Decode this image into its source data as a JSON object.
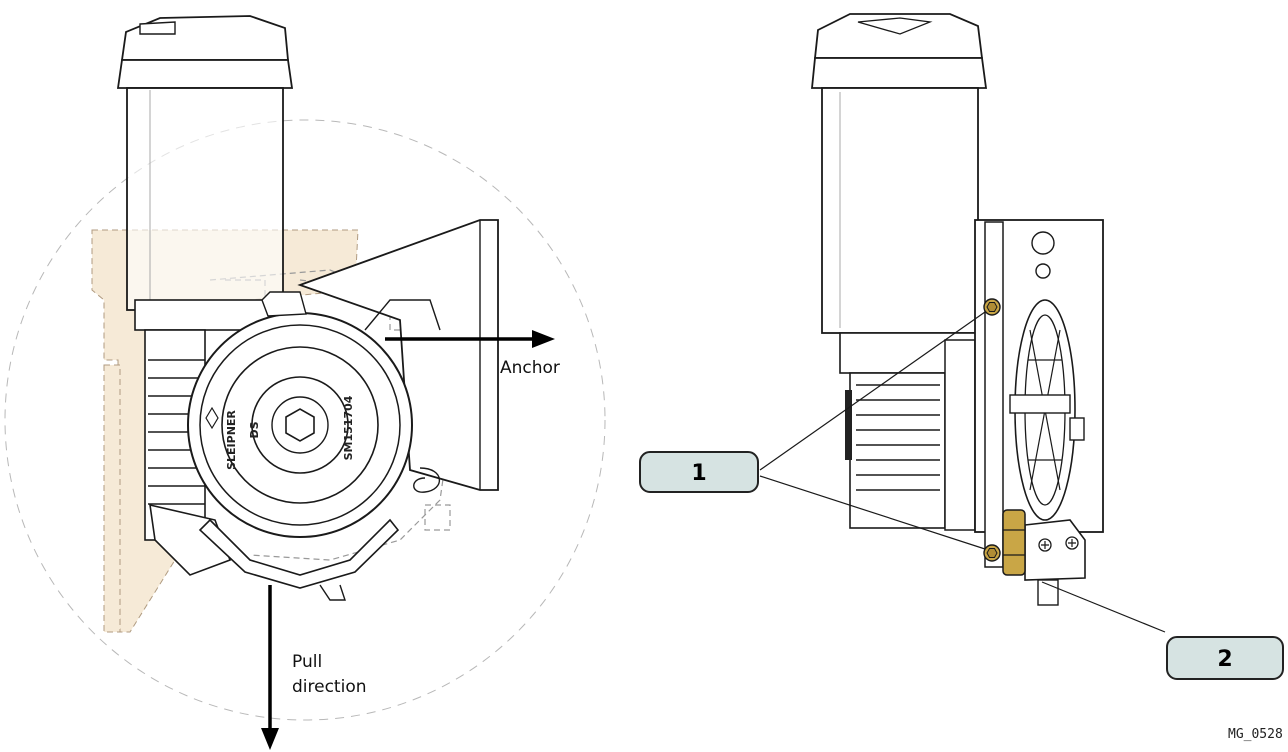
{
  "left_view": {
    "anchor_label": "Anchor",
    "pull_label_line1": "Pull",
    "pull_label_line2": "direction",
    "hub_markings": {
      "brand": "SLEIPNER",
      "side": "DS",
      "model": "SM151704"
    }
  },
  "right_view": {
    "callouts": [
      {
        "number": "1"
      },
      {
        "number": "2"
      }
    ]
  },
  "colors": {
    "line": "#1a1a1a",
    "dashed_outline": "#888888",
    "shaded_region": "#f6ead7",
    "brass": "#c9a646",
    "callout_fill": "#d6e3e2",
    "callout_stroke": "#222222"
  },
  "doc_id": "MG_0528"
}
